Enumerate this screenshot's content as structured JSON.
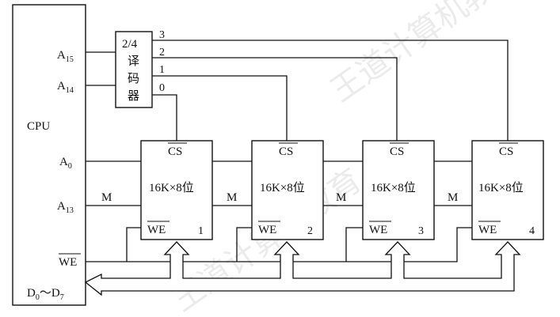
{
  "cpu": {
    "label": "CPU",
    "pins": {
      "a15": {
        "main": "A",
        "sub": "15"
      },
      "a14": {
        "main": "A",
        "sub": "14"
      },
      "a0": {
        "main": "A",
        "sub": "0"
      },
      "a13": {
        "main": "A",
        "sub": "13"
      },
      "we": "WE",
      "data_left": {
        "main": "D",
        "sub": "0"
      },
      "data_sep": "～",
      "data_right": {
        "main": "D",
        "sub": "7"
      }
    }
  },
  "decoder": {
    "lines": [
      "2/4",
      "译",
      "码",
      "器"
    ],
    "outputs": [
      "3",
      "2",
      "1",
      "0"
    ]
  },
  "bus_label": "M",
  "chips": [
    {
      "cs": "CS",
      "label": "16K×8位",
      "we": "WE",
      "index": "1"
    },
    {
      "cs": "CS",
      "label": "16K×8位",
      "we": "WE",
      "index": "2"
    },
    {
      "cs": "CS",
      "label": "16K×8位",
      "we": "WE",
      "index": "3"
    },
    {
      "cs": "CS",
      "label": "16K×8位",
      "we": "WE",
      "index": "4"
    }
  ],
  "watermark": "王道计算机教育"
}
